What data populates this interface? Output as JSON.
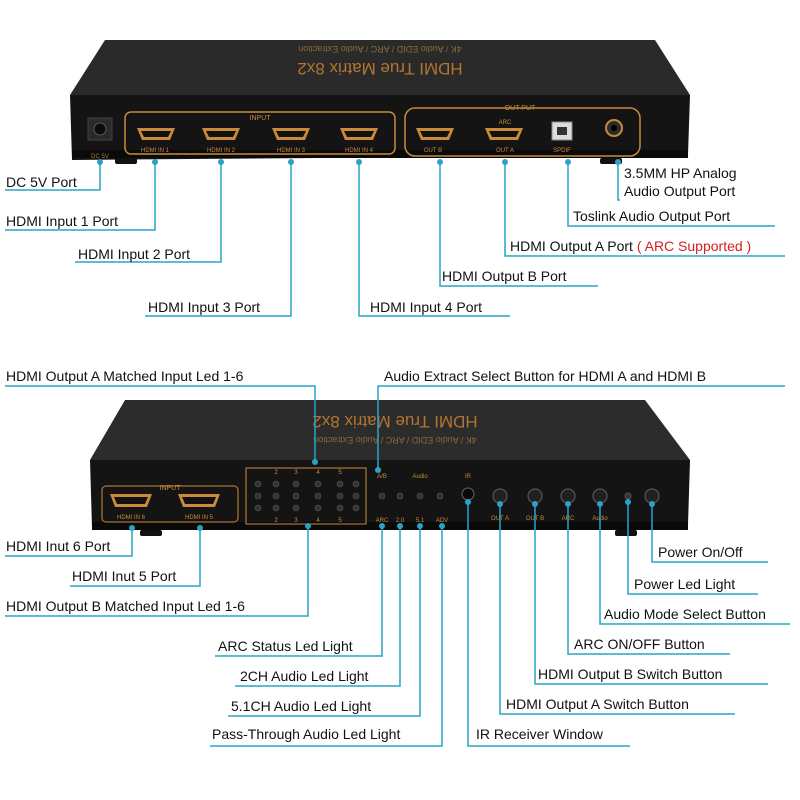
{
  "colors": {
    "accent": "#2aa3c6",
    "device": "#1b1b1b",
    "gold": "#c98a3a",
    "red": "#d62020"
  },
  "rear_panel": {
    "top_text": "HDMI True Matrix 8x2",
    "sub_text": "4K / Audio EDID / ARC / Audio Extraction",
    "input_header": "INPUT",
    "output_header": "OUT PUT",
    "arc_mark": "ARC",
    "port_labels": [
      "DC 5V",
      "HDMI IN 1",
      "HDMI IN 2",
      "HDMI IN 3",
      "HDMI IN 4",
      "OUT B",
      "OUT A",
      "SPDIF"
    ]
  },
  "front_panel": {
    "title": "HDMI True Matrix 8x2",
    "subtitle": "4K / Audio EDID / ARC / Audio Extraction",
    "input_header": "INPUT",
    "port_labels": [
      "HDMI IN 6",
      "HDMI IN 5"
    ],
    "led_top_nums": [
      "2",
      "3",
      "4",
      "5"
    ],
    "led_bottom_nums": [
      "2",
      "3",
      "4",
      "5"
    ],
    "ab_text": "A/B",
    "audio_text": "Audio",
    "ir_text": "IR",
    "arc_text": "ARC",
    "ch2_text": "2.0",
    "ch51_text": "5.1",
    "adv_text": "ADV",
    "outa_text": "OUT A",
    "outb_text": "OUT B",
    "arc2_text": "ARC",
    "audio2_text": "Audio"
  },
  "callouts_top": {
    "dc": "DC 5V Port",
    "in1": "HDMI Input 1 Port",
    "in2": "HDMI Input 2 Port",
    "in3": "HDMI Input 3 Port",
    "in4": "HDMI Input 4 Port",
    "outb": "HDMI Output B Port",
    "outa_prefix": "HDMI Output A Port",
    "outa_red": "( ARC Supported )",
    "toslink": "Toslink Audio Output Port",
    "hp_line1": "3.5MM HP Analog",
    "hp_line2": "Audio Output Port"
  },
  "callouts_bottom": {
    "outa_leds": "HDMI Output A Matched Input Led 1-6",
    "audio_extract": "Audio Extract Select Button for HDMI  A and HDMI B",
    "in6": "HDMI Inut 6 Port",
    "in5": "HDMI Inut 5 Port",
    "outb_leds": "HDMI Output B Matched Input Led 1-6",
    "arc_status": "ARC Status Led Light",
    "ch2": "2CH Audio Led Light",
    "ch51": "5.1CH Audio Led Light",
    "pass": "Pass-Through Audio Led Light",
    "ir": "IR Receiver Window",
    "outa_sw": "HDMI Output A Switch Button",
    "outb_sw": "HDMI Output B Switch Button",
    "arc_btn": "ARC ON/OFF Button",
    "audio_mode": "Audio Mode Select Button",
    "power_led": "Power Led Light",
    "power": "Power On/Off"
  }
}
